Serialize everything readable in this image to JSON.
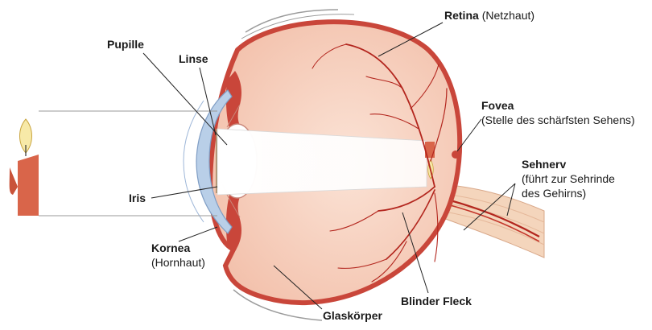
{
  "labels": {
    "retina": {
      "name": "Retina",
      "note": "(Netzhaut)"
    },
    "pupille": "Pupille",
    "linse": "Linse",
    "fovea": {
      "name": "Fovea",
      "note": "(Stelle des schärfsten Sehens)"
    },
    "sehnerv": {
      "name": "Sehnerv",
      "line1": "(führt zur Sehrinde",
      "line2": "des Gehirns)"
    },
    "iris": "Iris",
    "kornea": {
      "name": "Kornea",
      "note": "(Hornhaut)"
    },
    "blinder_fleck": "Blinder Fleck",
    "glaskoerper": "Glaskörper"
  },
  "colors": {
    "sclera_edge": "#d23a2e",
    "choroid": "#c9463a",
    "eye_fill": "#f6cbb8",
    "eye_fill_light": "#fbe3d6",
    "cornea": "#b9cfe8",
    "vessel": "#b3261e",
    "nerve": "#f3d2b8",
    "candle": "#d9654a"
  }
}
